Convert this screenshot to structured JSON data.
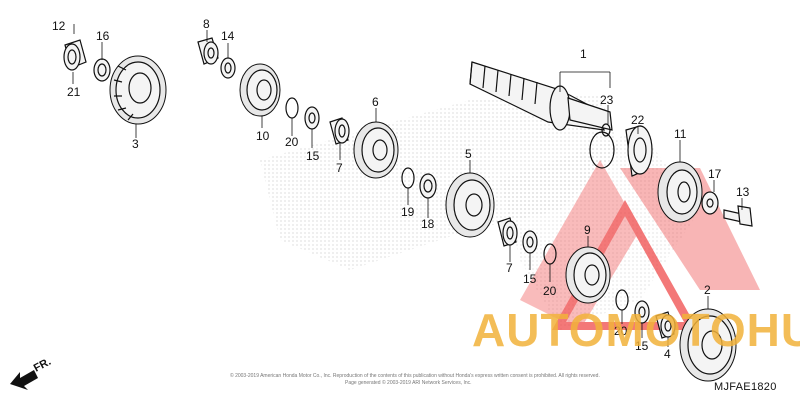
{
  "diagram": {
    "part_callouts": [
      "12",
      "16",
      "21",
      "3",
      "8",
      "14",
      "10",
      "20",
      "15",
      "7",
      "6",
      "19",
      "18",
      "5",
      "1",
      "23",
      "22",
      "11",
      "17",
      "13",
      "9",
      "2",
      "4"
    ],
    "callout_labels": {
      "p1": "1",
      "p2": "2",
      "p3": "3",
      "p4": "4",
      "p5": "5",
      "p6": "6",
      "p7a": "7",
      "p7b": "7",
      "p8": "8",
      "p9": "9",
      "p10": "10",
      "p11": "11",
      "p12": "12",
      "p13": "13",
      "p14": "14",
      "p15a": "15",
      "p15b": "15",
      "p15c": "15",
      "p16": "16",
      "p17": "17",
      "p18": "18",
      "p19": "19",
      "p20a": "20",
      "p20b": "20",
      "p20c": "20",
      "p21": "21",
      "p22": "22",
      "p23": "23"
    },
    "diagram_code": "MJFAE1820",
    "direction_label": "FR.",
    "watermark": {
      "text": "AUTOMOTOHUB",
      "text_color": "#f2b23a",
      "logo_color": "#ef4b4b"
    },
    "copyright_line_1": "© 2003-2019 American Honda Motor Co., Inc. Reproduction of the contents of this publication without Honda's express written consent is prohibited. All rights reserved.",
    "copyright_line_2": "Page generated © 2003-2019 ARI Network Services, Inc."
  }
}
